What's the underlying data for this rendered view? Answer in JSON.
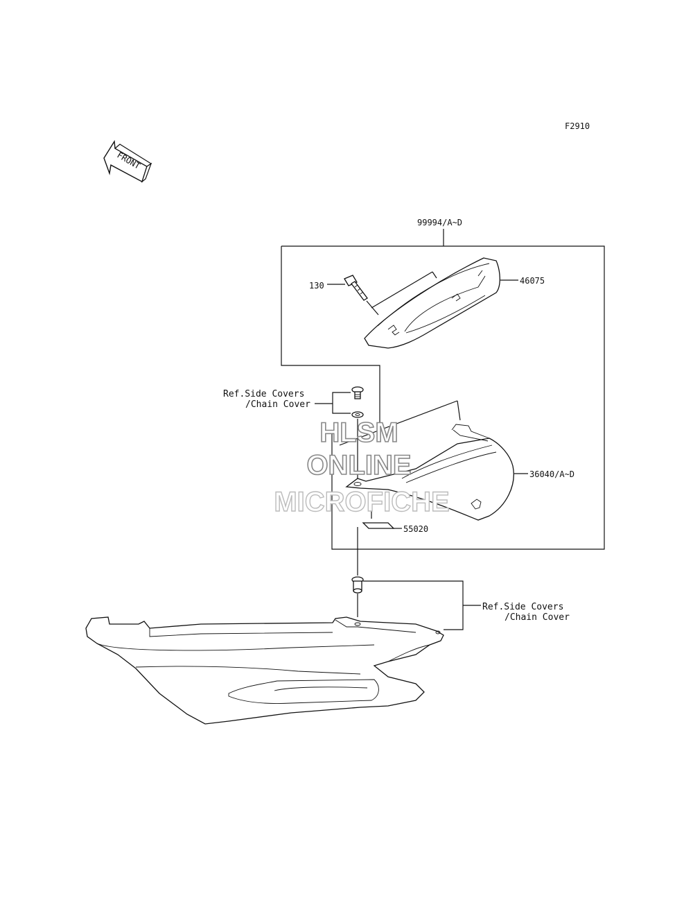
{
  "figure_code": "F2910",
  "front_arrow_label": "FRONT",
  "labels": {
    "assembly": "99994/A~D",
    "bolt": "130",
    "grab_rail": "46075",
    "ref_upper_line1": "Ref.Side Covers",
    "ref_upper_line2": "/Chain Cover",
    "cover": "36040/A~D",
    "label_part": "55020",
    "ref_lower_line1": "Ref.Side Covers",
    "ref_lower_line2": "/Chain Cover"
  },
  "watermark": {
    "line1": "HLSM",
    "line2": "ONLINE",
    "line3": "MICROFICHE"
  }
}
